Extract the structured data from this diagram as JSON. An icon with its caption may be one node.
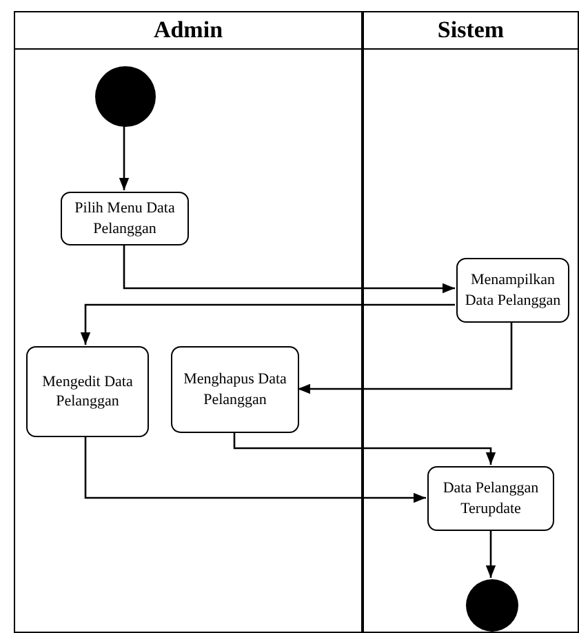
{
  "diagram": {
    "nodes": [
      {
        "text": [
          "Admin"
        ]
      },
      {
        "text": [
          "Sistem"
        ]
      },
      {
        "text": [],
        "shape": "circle",
        "in": 0
      },
      {
        "text": [
          "Pilih Menu Data Pelanggan"
        ],
        "in": 0
      },
      {
        "text": [
          "Menampilkan Data Pelanggan"
        ],
        "in": 1
      },
      {
        "text": [
          "Mengedit Data Pelanggan"
        ],
        "in": 0
      },
      {
        "text": [
          "Menghapus Data Pelanggan"
        ],
        "in": 0
      },
      {
        "text": [
          "Data Pelanggan Terupdate"
        ],
        "in": 1
      },
      {
        "text": [],
        "shape": "circle",
        "in": 1
      }
    ],
    "edges": [
      {
        "from": 2,
        "to": 3,
        "arrow": "to"
      },
      {
        "from": 3,
        "to": 4,
        "arrow": "to"
      },
      {
        "from": 4,
        "to": 5,
        "arrow": "to"
      },
      {
        "from": 4,
        "to": 6,
        "arrow": "to"
      },
      {
        "from": 6,
        "to": 7,
        "arrow": "to"
      },
      {
        "from": 5,
        "to": 7,
        "arrow": "to"
      },
      {
        "from": 7,
        "to": 8,
        "arrow": "to"
      }
    ]
  }
}
